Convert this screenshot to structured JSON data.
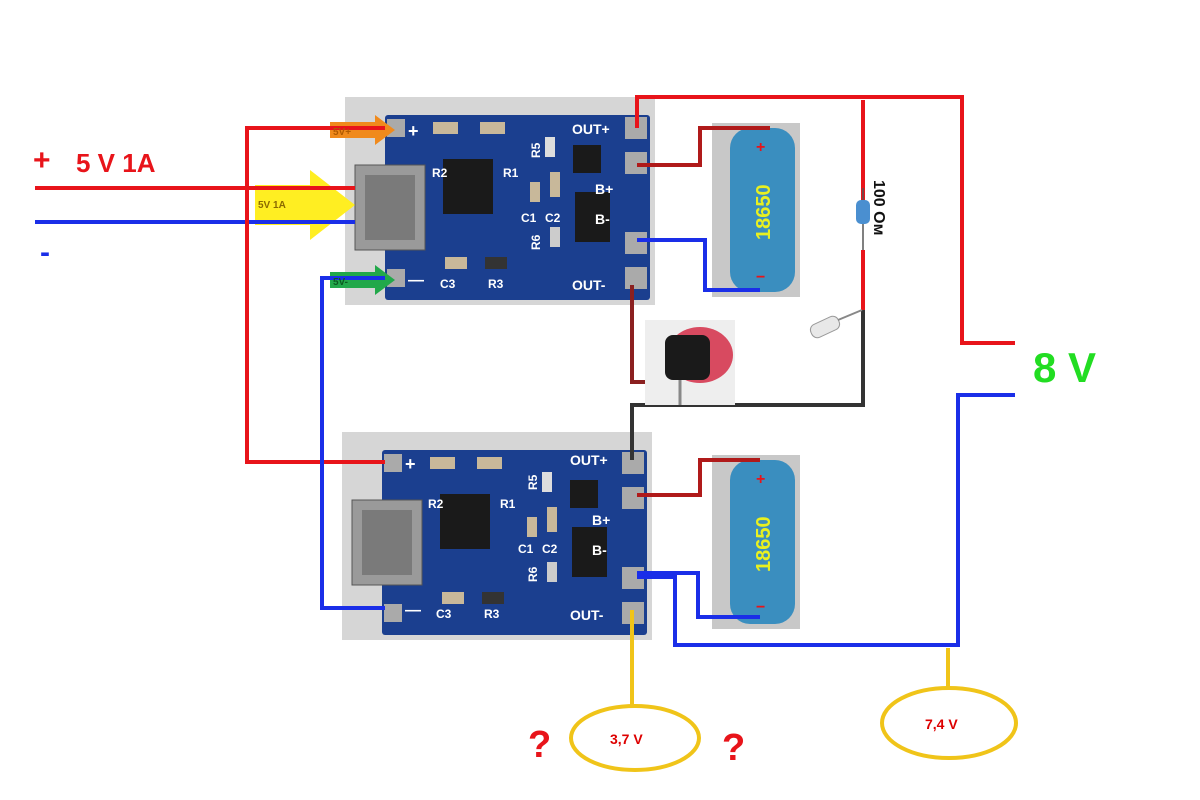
{
  "input": {
    "plus": "+",
    "label": "5 V 1A",
    "minus": "-"
  },
  "arrows": {
    "pos": "5V+",
    "usb": "5V 1A",
    "neg": "5V-"
  },
  "board": {
    "plus": "+",
    "minus": "—",
    "out_plus": "OUT+",
    "out_minus": "OUT-",
    "b_plus": "B+",
    "b_minus": "B-",
    "r1": "R1",
    "r2": "R2",
    "r3": "R3",
    "r5": "R5",
    "r6": "R6",
    "c1": "C1",
    "c2": "C2",
    "c3": "C3"
  },
  "battery": {
    "label": "18650",
    "plus": "+",
    "minus": "−"
  },
  "resistor": {
    "label": "100 Ом"
  },
  "output": {
    "label": "8 V"
  },
  "measurements": {
    "single": "3,7 V",
    "double": "7,4 V",
    "question": "?"
  },
  "colors": {
    "red": "#e8141a",
    "blue": "#1a2ee8",
    "green": "#22dd22",
    "yellow": "#f0c419",
    "board": "#1b3f8f"
  }
}
